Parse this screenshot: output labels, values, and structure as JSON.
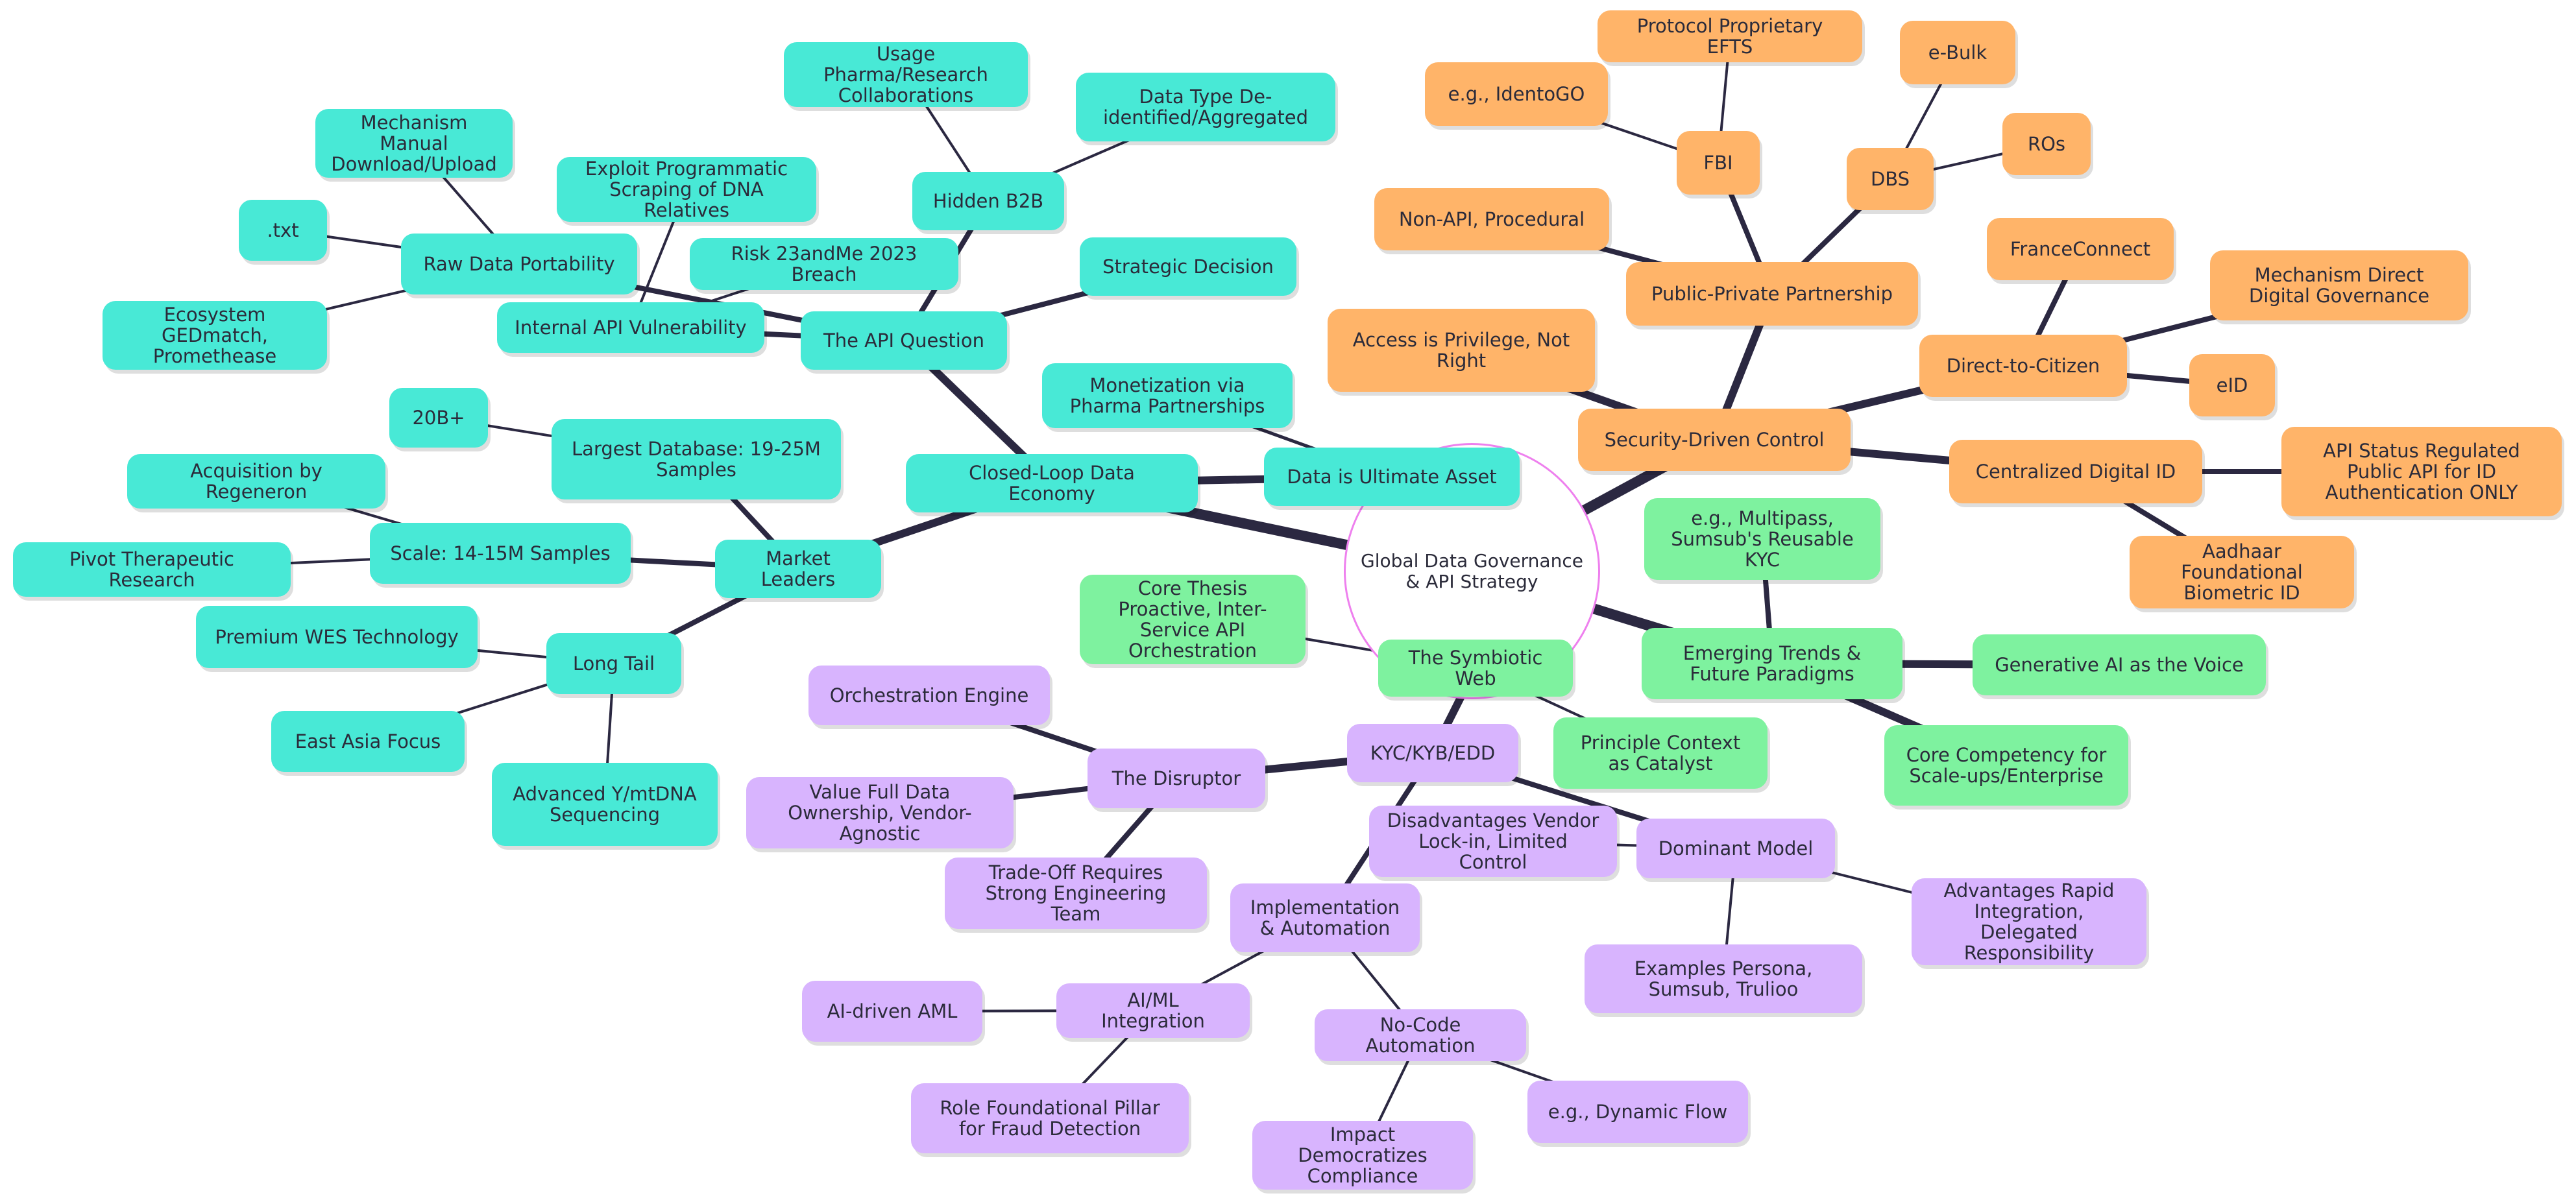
{
  "root": {
    "label": "Global Data Governance & API Strategy"
  },
  "branch_colors": {
    "genomics": "#48e9d6",
    "public_sector": "#ffb469",
    "trends": "#7ef29f",
    "identity": "#d8b4fe",
    "edges": "#2b2841",
    "root_border": "#ee80ee"
  },
  "genomics": {
    "closed_loop": "Closed-Loop Data Economy",
    "data_asset": "Data is Ultimate Asset",
    "monetization": "Monetization via Pharma Partnerships",
    "api_question": "The API Question",
    "strategic_decision": "Strategic Decision",
    "hidden_b2b": "Hidden B2B",
    "usage_pharma": "Usage Pharma/Research Collaborations",
    "data_type": "Data Type De-identified/Aggregated",
    "internal_api": "Internal API Vulnerability",
    "risk_breach": "Risk 23andMe 2023 Breach",
    "exploit": "Exploit Programmatic Scraping of DNA Relatives",
    "raw_data": "Raw Data Portability",
    "mechanism_manual": "Mechanism Manual Download/Upload",
    "txt": ".txt",
    "ecosystem": "Ecosystem GEDmatch, Promethease",
    "market_leaders": "Market Leaders",
    "largest_db": "Largest Database: 19-25M Samples",
    "twenty_b": "20B+",
    "scale": "Scale: 14-15M Samples",
    "acquisition": "Acquisition by Regeneron",
    "pivot": "Pivot Therapeutic Research",
    "long_tail": "Long Tail",
    "premium_wes": "Premium WES Technology",
    "east_asia": "East Asia Focus",
    "advanced_y": "Advanced Y/mtDNA Sequencing"
  },
  "public_sector": {
    "security": "Security-Driven Control",
    "access": "Access is Privilege, Not Right",
    "ppp": "Public-Private Partnership",
    "non_api": "Non-API, Procedural",
    "fbi": "FBI",
    "identogo": "e.g., IdentoGO",
    "efts": "Protocol Proprietary EFTS",
    "dbs": "DBS",
    "ebulk": "e-Bulk",
    "ros": "ROs",
    "d2c": "Direct-to-Citizen",
    "franceconnect": "FranceConnect",
    "mech_direct": "Mechanism Direct Digital Governance",
    "eid": "eID",
    "central_id": "Centralized Digital ID",
    "api_status": "API Status Regulated Public API for ID Authentication ONLY",
    "aadhaar": "Aadhaar Foundational Biometric ID"
  },
  "trends": {
    "emerging": "Emerging Trends & Future Paradigms",
    "multipass": "e.g., Multipass, Sumsub's Reusable KYC",
    "gen_ai": "Generative AI as the Voice",
    "core_comp": "Core Competency for Scale-ups/Enterprise",
    "symbiotic": "The Symbiotic Web",
    "core_thesis": "Core Thesis Proactive, Inter-Service API Orchestration",
    "principle": "Principle Context as Catalyst"
  },
  "identity": {
    "kyc": "KYC/KYB/EDD",
    "disruptor": "The Disruptor",
    "orchestration": "Orchestration Engine",
    "value_full": "Value Full Data Ownership, Vendor-Agnostic",
    "tradeoff": "Trade-Off Requires Strong Engineering Team",
    "dominant": "Dominant Model",
    "disadvantages": "Disadvantages Vendor Lock-in, Limited Control",
    "advantages": "Advantages Rapid Integration, Delegated Responsibility",
    "examples": "Examples Persona, Sumsub, Trulioo",
    "implementation": "Implementation & Automation",
    "ai_ml": "AI/ML Integration",
    "ai_aml": "AI-driven AML",
    "role_pillar": "Role Foundational Pillar for Fraud Detection",
    "nocode": "No-Code Automation",
    "dynamic_flow": "e.g., Dynamic Flow",
    "impact": "Impact Democratizes Compliance"
  }
}
